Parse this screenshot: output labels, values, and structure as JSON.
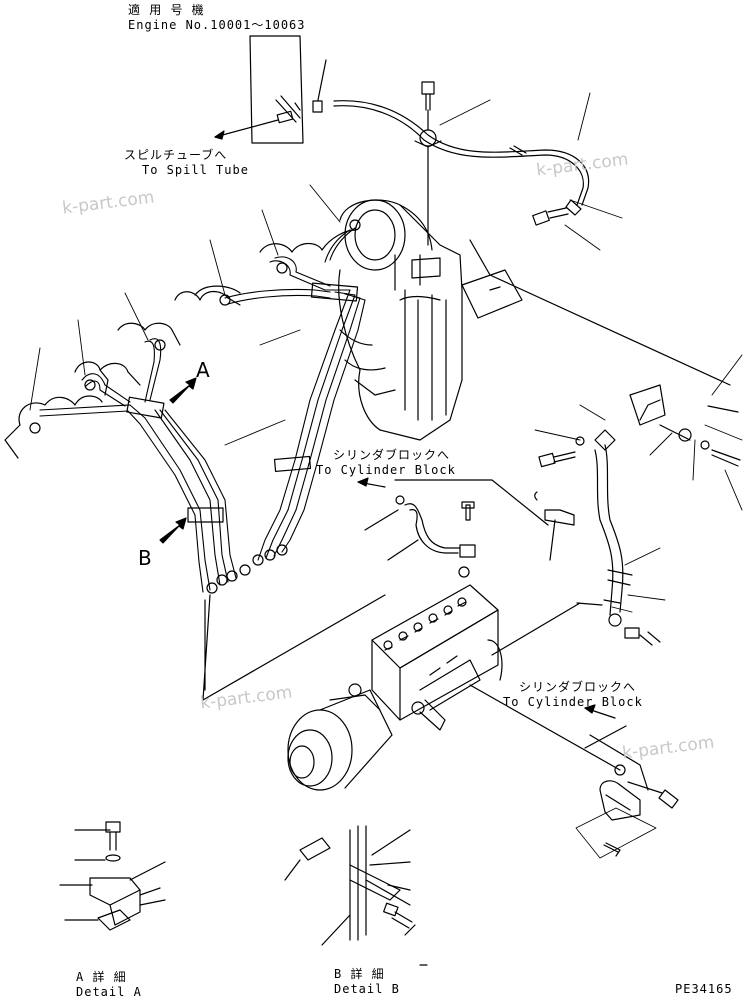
{
  "header": {
    "applicable_jp": "適 用 号 機",
    "engine_no": "Engine No.10001～10063"
  },
  "labels": {
    "spill_jp": "スピルチューブへ",
    "spill_en": "To Spill Tube",
    "cyl1_jp": "シリンダブロックへ",
    "cyl1_en": "To Cylinder Block",
    "cyl2_jp": "シリンダブロックへ",
    "cyl2_en": "To Cylinder Block",
    "view_a": "A",
    "view_b": "B",
    "detail_a_jp": "A  詳  細",
    "detail_a_en": "Detail A",
    "detail_b_jp": "B  詳  細",
    "detail_b_en": "Detail B",
    "drawing_code": "PE34165"
  },
  "watermark": "k-part.com",
  "colors": {
    "line": "#000000",
    "watermark": "#c8c8c8"
  }
}
